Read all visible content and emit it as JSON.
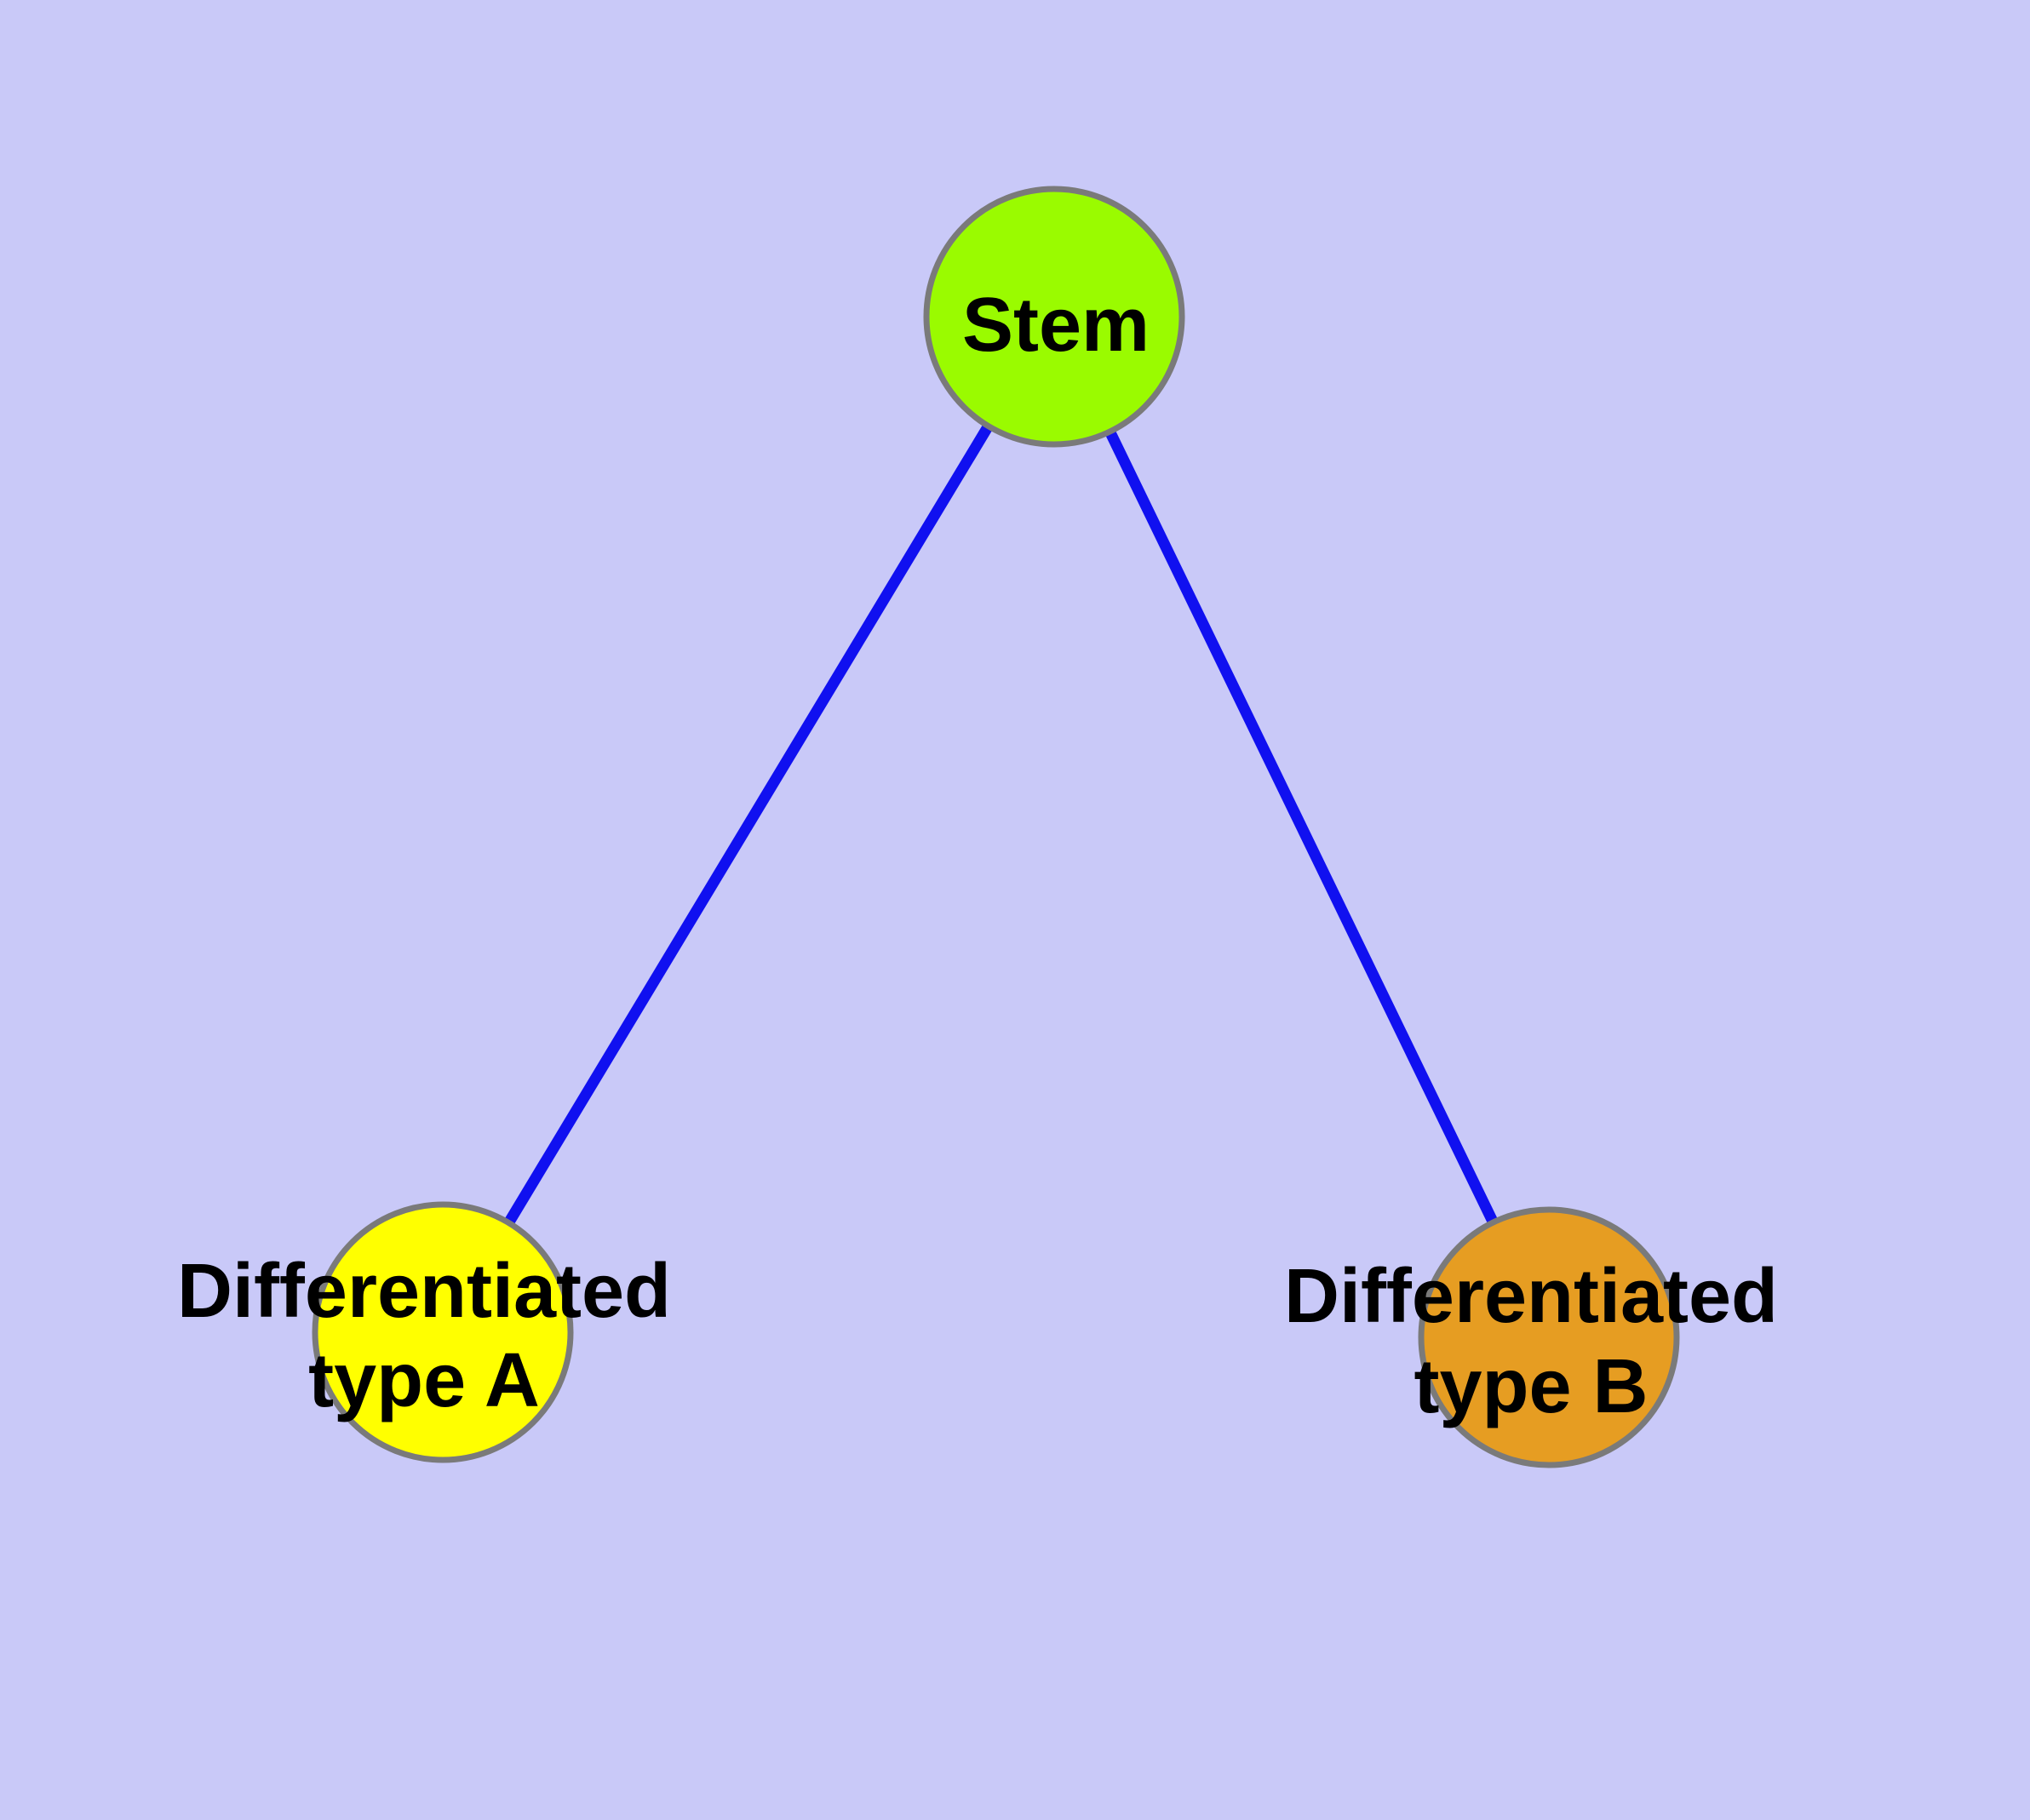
{
  "figure": {
    "background_color": "#C9C9F8",
    "edge_color": "#1010F0",
    "node_border_color": "#7A7A7A",
    "label_color": "#000000",
    "nodes": {
      "stem": {
        "label": "Stem",
        "fill": "#9AFB00"
      },
      "type_a": {
        "label": "Differentiated type A",
        "label_line1": "Differentiated",
        "label_line2": "type A",
        "fill": "#FFFF00"
      },
      "type_b": {
        "label": "Differentiated type B",
        "label_line1": "Differentiated",
        "label_line2": "type B",
        "fill": "#E69D22"
      }
    },
    "edges": [
      {
        "from": "Stem",
        "to": "Differentiated type A"
      },
      {
        "from": "Stem",
        "to": "Differentiated type B"
      }
    ]
  }
}
